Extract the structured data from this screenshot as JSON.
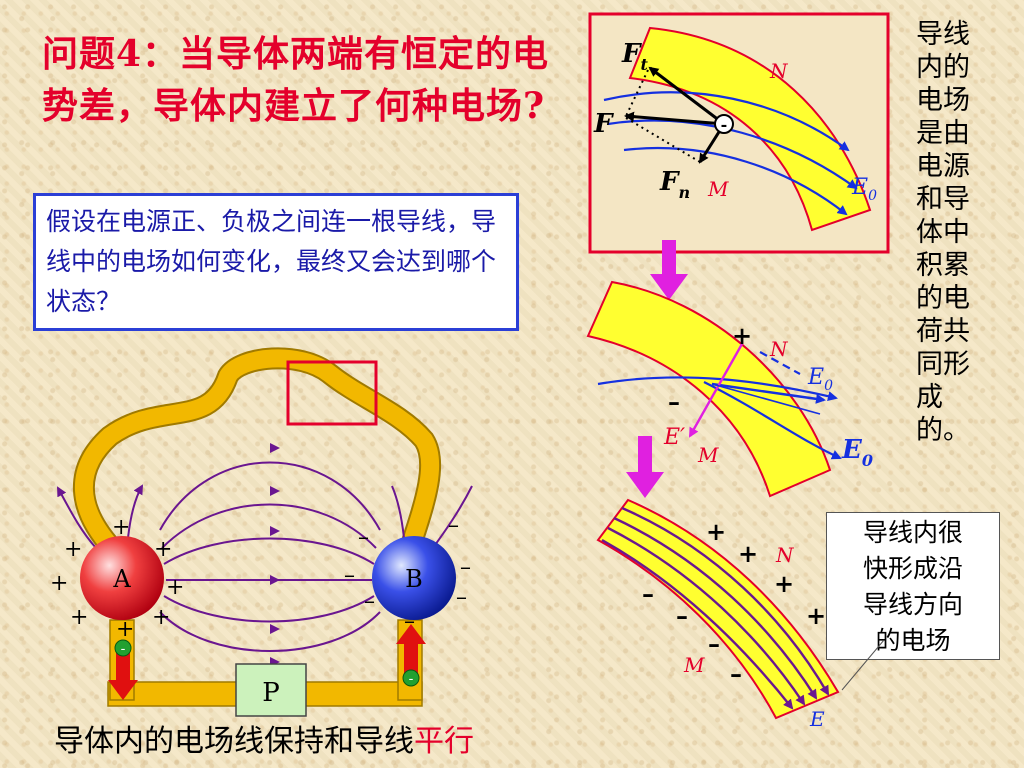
{
  "question": "问题4：当导体两端有恒定的电势差，导体内建立了何种电场?",
  "hint": "假设在电源正、负极之间连一根导线，导线中的电场如何变化，最终又会达到哪个状态？",
  "note_vertical": [
    "导线",
    "内的",
    "电场",
    "是由",
    "电源",
    "和导",
    "体中",
    "积累",
    "的电",
    "荷共",
    "同形",
    "成的。"
  ],
  "callout": [
    "导线内很",
    "快形成沿",
    "导线方向",
    "的电场"
  ],
  "footer": {
    "prefix": "导体内的电场线保持和导线",
    "highlight": "平行"
  },
  "circuit": {
    "pole_a": "A",
    "pole_b": "B",
    "pump": "P",
    "plus": "+",
    "minus": "–",
    "electron": "-"
  },
  "panel1": {
    "ft": "F",
    "ft_sub": "t",
    "f": "F",
    "fn": "F",
    "fn_sub": "n",
    "n": "N",
    "m": "M",
    "e0": "E",
    "e0_sub": "0",
    "charge": "-"
  },
  "panel2": {
    "plus": "+",
    "minus": "–",
    "n": "N",
    "m": "M",
    "e0a": "E",
    "e0a_sub": "0",
    "e0b": "E",
    "e0b_sub": "0",
    "eprime": "E",
    "eprime_mark": "′"
  },
  "panel3": {
    "n": "N",
    "m": "M",
    "e": "E",
    "plus": "+",
    "minus": "–"
  },
  "colors": {
    "red": "#e4002b",
    "blue": "#1a1aa8",
    "wire": "#f2b800",
    "yellow": "#ffff30",
    "field_blue": "#1530e0",
    "purple": "#6a1690",
    "magenta": "#e020e0"
  }
}
